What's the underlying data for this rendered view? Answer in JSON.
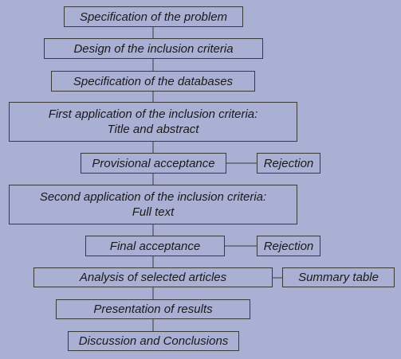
{
  "flowchart": {
    "steps": {
      "spec_problem": "Specification of the problem",
      "design_criteria": "Design of the inclusion criteria",
      "spec_databases": "Specification of the databases",
      "first_application_line1": "First application of the inclusion criteria:",
      "first_application_line2": "Title and abstract",
      "provisional_acceptance": "Provisional acceptance",
      "rejection_1": "Rejection",
      "second_application_line1": "Second application of the inclusion criteria:",
      "second_application_line2": "Full text",
      "final_acceptance": "Final acceptance",
      "rejection_2": "Rejection",
      "analysis": "Analysis of selected articles",
      "summary_table": "Summary table",
      "presentation": "Presentation of results",
      "discussion": "Discussion and Conclusions"
    },
    "colors": {
      "background": "#aab0d4",
      "border": "#3a3a3a",
      "connector": "#3a3a3a",
      "text": "#1a1a1a"
    }
  }
}
